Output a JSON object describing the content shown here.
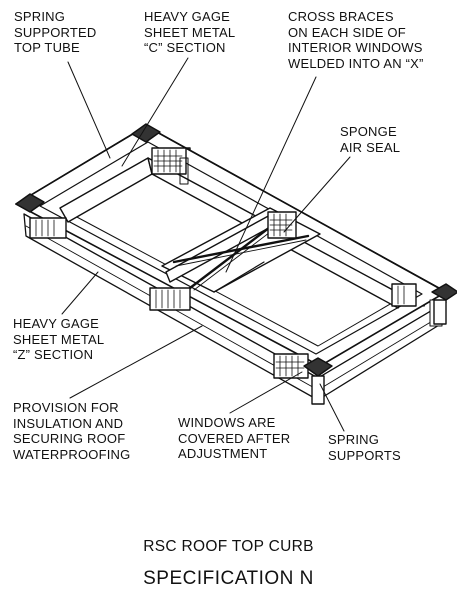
{
  "callouts": {
    "spring_supported_top_tube": "SPRING\nSUPPORTED\nTOP TUBE",
    "c_section": "HEAVY GAGE\nSHEET METAL\n“C” SECTION",
    "cross_braces": "CROSS BRACES\nON EACH SIDE OF\nINTERIOR WINDOWS\nWELDED INTO AN “X”",
    "sponge_air_seal": "SPONGE\nAIR SEAL",
    "z_section": "HEAVY GAGE\nSHEET METAL\n“Z” SECTION",
    "provision": "PROVISION FOR\nINSULATION AND\nSECURING ROOF\nWATERPROOFING",
    "windows": "WINDOWS ARE\nCOVERED AFTER\nADJUSTMENT",
    "spring_supports": "SPRING\nSUPPORTS"
  },
  "caption": {
    "subtitle": "RSC ROOF TOP CURB",
    "title": "SPECIFICATION N"
  }
}
